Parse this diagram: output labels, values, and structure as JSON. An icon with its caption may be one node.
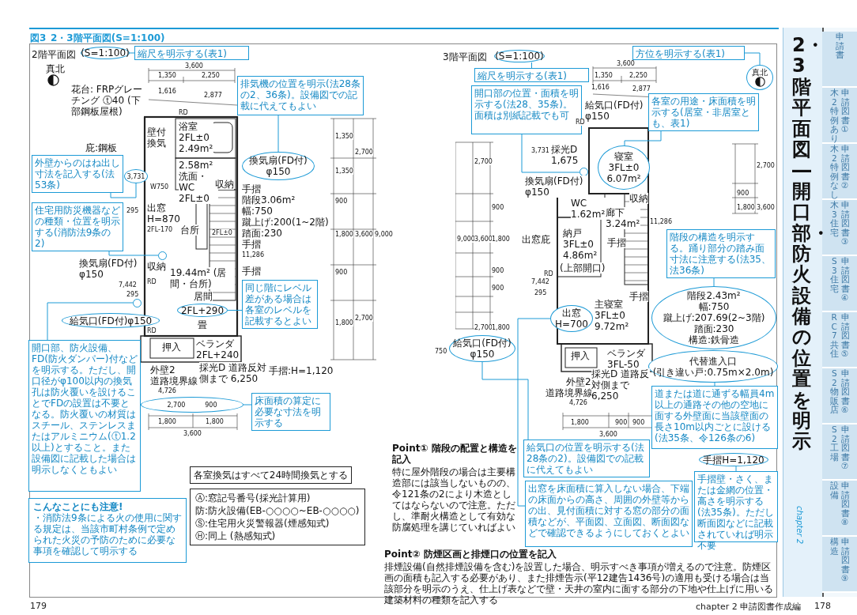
{
  "diagram": {
    "title": "2・3階平面図(S=1:100)",
    "nodes": [
      {
        "text": [
          "(S=1:100)"
        ]
      },
      {
        "text": [
          "縮尺を明示する(表1)"
        ]
      },
      {
        "text": [
          "排気機の位置を明示(法28条の2、36条)。設備図での記載に代えてもよい"
        ]
      },
      {
        "text": [
          "換気扇(FD付) φ150"
        ]
      },
      {
        "text": [
          "外壁からのはね出し寸法を記入する(法53条)"
        ]
      },
      {
        "text": [
          "3,731"
        ]
      },
      {
        "text": [
          "住宅用防災機器などの種類・位置を明示する(消防法9条の2)"
        ]
      },
      {
        "text": [],
        "shape": "circle"
      },
      {
        "text": [
          "同じ階にレベル差がある場合は各室のレベルを記載するとよい"
        ]
      },
      {
        "text": [
          "2FL+290"
        ]
      },
      {
        "text": [
          "開口部、防火設備、FD(防火ダンパー)付などを明示する。ただし、開口径がφ100以内の換気孔は防火覆いを設けることでFDの設置は不要となる。防火覆いの材質はスチール、ステンレスまたはアルミニウム(ⓣ1.2以上)とすること。また設備図に記載した場合は明示しなくともよい"
        ]
      },
      {
        "text": [
          "給気口(FD付)φ150"
        ]
      },
      {
        "text": [],
        "shape": "circle"
      },
      {
        "text": [
          "床面積の算定に必要な寸法を明示する"
        ]
      },
      {
        "text": [
          "2,700",
          "900"
        ]
      },
      {
        "text": [
          "各室換気はすべて24時間換気とする"
        ]
      },
      {
        "text": [
          "こんなことにも注意!",
          "・消防法9条による火の使用に関する規定は、当該市町村条例で定められた火災の予防のために必要な事項を確認して明示する"
        ]
      },
      {
        "text": [
          "(S=1:100)"
        ]
      },
      {
        "text": [
          "縮尺を明示する(表1)"
        ]
      },
      {
        "text": [
          "開口部の位置・面積を明示する(法28、35条)。面積は別紙記載でも可"
        ]
      },
      {
        "text": [],
        "shape": "circle",
        "beside": [
          "採光D 1,675"
        ]
      },
      {
        "text": [
          "方位を明示する(表1)"
        ]
      },
      {
        "text": [
          "真北"
        ]
      },
      {
        "text": [
          "各室の用途・床面積を明示する(居室・非居室とも、表1)"
        ]
      },
      {
        "text": [
          "寝室 3FL±0 6.07m²"
        ]
      },
      {
        "text": [
          "階段の構造を明示する。踊り部分の踏み面寸法に注意する(法35、法36条)"
        ]
      },
      {
        "text": [
          "階段2.43m²",
          "幅:750",
          "蹴上げ:207.69(2~3階)",
          "踏面:230",
          "構造:鉄骨造"
        ]
      },
      {
        "text": [
          "代替進入口",
          "(引き違い戸:0.75m×2.0m)"
        ]
      },
      {
        "text": [
          "道または道に通ずる幅員4m以上の通路その他の空地に面する外壁面に当該壁面の長さ10m以内ごとに設ける(法35条、令126条の6)"
        ]
      },
      {
        "text": [
          "手摺H=1,120"
        ]
      },
      {
        "text": [
          "手摺壁・さく、または金網の位置・高さを明示する(法35条)。ただし断面図などに記載されていれば明示不要"
        ]
      },
      {
        "text": [
          "給気口(FD付) φ150"
        ]
      },
      {
        "text": [
          "給気口の位置を明示する(法28条の2)。設備図での記載に代えてもよい"
        ]
      },
      {
        "text": [
          "出窓 H=700"
        ]
      },
      {
        "text": [
          "出窓を床面積に算入しない場合、下端の床面からの高さ、周囲の外壁等からの出、見付面積に対する窓の部分の面積などが、平面図、立面図、断面図などで確認できるようにしておくとよい"
        ]
      },
      {
        "text": [
          "申請書"
        ]
      },
      {
        "text": [
          "木2特例あり",
          "申請図書①"
        ]
      },
      {
        "text": [
          "木2特例なし",
          "申請図書②"
        ]
      },
      {
        "text": [
          "木3住宅",
          "申請図書③"
        ]
      },
      {
        "text": [
          "S3住宅",
          "申請図書④"
        ]
      },
      {
        "text": [
          "RC7共住",
          "申請図書⑤"
        ]
      },
      {
        "text": [
          "S2物販店",
          "申請図書⑥"
        ]
      },
      {
        "text": [
          "S2工場",
          "申請図書⑦"
        ]
      },
      {
        "text": [
          "設備",
          "申請図書⑧"
        ]
      },
      {
        "text": [
          "構造",
          "申請図書⑨"
        ]
      }
    ],
    "edges": [
      {
        "from": 0,
        "to": 1,
        "arrow": "none"
      },
      {
        "from": 2,
        "to": 3,
        "arrow": "none"
      },
      {
        "from": 4,
        "to": 5,
        "arrow": "none"
      },
      {
        "from": 6,
        "to": 7,
        "arrow": "none"
      },
      {
        "from": 8,
        "to": 9,
        "arrow": "none"
      },
      {
        "from": 10,
        "to": 12,
        "arrow": "none"
      },
      {
        "from": 13,
        "to": 14,
        "arrow": "none"
      },
      {
        "from": 17,
        "to": 18,
        "arrow": "none"
      },
      {
        "from": 19,
        "to": 20,
        "arrow": "none"
      },
      {
        "from": 21,
        "to": 22,
        "arrow": "none"
      },
      {
        "from": 23,
        "to": 24,
        "arrow": "none"
      },
      {
        "from": 25,
        "to": 26,
        "arrow": "none"
      },
      {
        "from": 27,
        "to": 28,
        "arrow": "none"
      },
      {
        "from": 29,
        "to": 30,
        "arrow": "none"
      },
      {
        "from": 31,
        "to": 32,
        "arrow": "none"
      },
      {
        "from": 33,
        "to": 34,
        "arrow": "none"
      }
    ],
    "labels": [
      "図3",
      "2階平面図",
      "真北",
      "3,600",
      "1,350",
      "2,250",
      "1,616",
      "2,877",
      "花台: FRPグレーチング ⓣ40 (下部鋼板屋根)",
      "庇:鋼板",
      "RD",
      "壁付換気",
      "浴室 2FL±0 2.49m²",
      "2.58m² 洗面・WC 2FL±0",
      "W750",
      "収納",
      "手摺",
      "階段3.06m²",
      "幅:750",
      "蹴上げ:200(1~2階)",
      "踏面:230",
      "手摺",
      "出窓 H=870",
      "台所",
      "2FL-170",
      "2FL±0",
      "換気扇(FD付) φ150",
      "収納",
      "11,286",
      "手摺",
      "19.44m² (居間・台所)",
      "居間",
      "畳",
      "RD",
      "7,442",
      "295",
      "295",
      "RD",
      "押入",
      "ベランダ 2FL+240",
      "外壁2",
      "道路境界線",
      "4,726",
      "採光D 道路反対側まで 6,250",
      "手摺:H=1,120",
      "1,800",
      "1,800",
      "3,600",
      "1,350",
      "2,700",
      "1,350",
      "900",
      "1,800",
      "3,600",
      "9,000",
      "900",
      "2,700",
      "1,800",
      "3階平面図",
      "3,600",
      "1,350",
      "2,250",
      "1,616",
      "2,877",
      "給気口(FD付) φ150",
      "RD",
      "3,731",
      "換気扇(FD付) φ150",
      "WC 1.62m²",
      "廊下 3.24m²",
      "収納",
      "出窓庇",
      "手摺",
      "納戸 3FL±0 4.86m²",
      "(上部開口)",
      "RD",
      "7,442",
      "295",
      "主寝室 3FL±0 9.72m²",
      "手摺",
      "押入",
      "ベランダ 3FL-50",
      "外壁2",
      "道路境界線",
      "4,726",
      "採光D 道路反対側まで 6,250",
      "1,800",
      "900",
      "900",
      "3,600",
      "2,700",
      "9,000",
      "3,600",
      "900",
      "1,800",
      "900",
      "900",
      "2,700",
      "1,800",
      "750",
      "11,286",
      "2,700",
      "900",
      "1,800",
      "3,600",
      "Point① 階段の配置と構造を記入",
      "特に屋外階段の場合は主要構造部には該当しないものの、令121条の2により木造としてはならないので注意。ただし、準耐火構造として有効な防腐処理を講じていればよい",
      "Point② 防煙区画と排煙口の位置を記入",
      "排煙設備(自然排煙設備を含む)を設置した場合、明示すべき事項が増えるので注意。防煙区画の面積も記入する必要があり、また排煙告示(平12建告1436号)の適用も受ける場合は当該部分を明示のうえ、仕上げ表などで壁・天井の室内に面する部分の下地や仕上げに用いる建築材料の種類を記入する",
      "chapter 2",
      "2・3階平面図―開口部・防火設備の位置を明示",
      "179",
      "chapter 2 申請図書作成編",
      "178"
    ],
    "legend": [
      {
        "text": "Ⓐ:窓記号番号(採光計算用)"
      },
      {
        "text": "防:防火設備(EB-○○○○~EB-○○○○)"
      },
      {
        "text": "Ⓢ:住宅用火災警報器(煙感知式)"
      },
      {
        "text": "Ⓗ:同上 (熱感知式)"
      }
    ]
  }
}
